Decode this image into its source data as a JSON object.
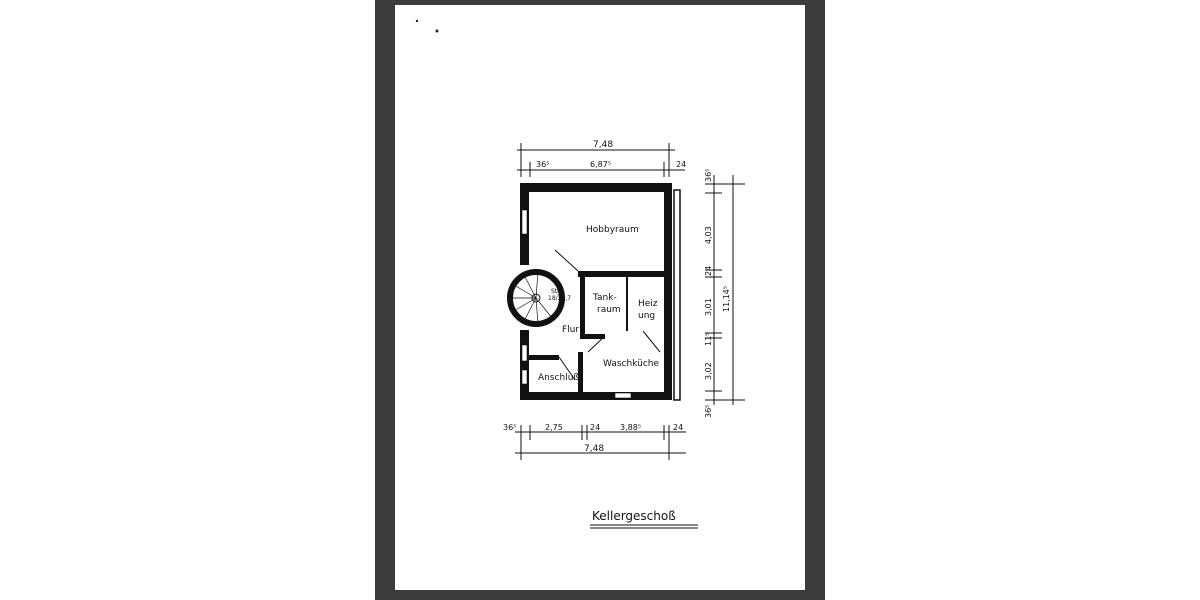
{
  "plan": {
    "title": "Kellergeschoß",
    "rooms": {
      "hobbyraum": "Hobbyraum",
      "tankraum_1": "Tank-",
      "tankraum_2": "raum",
      "heizung_1": "Heiz",
      "heizung_2": "ung",
      "flur": "Flur",
      "waschkueche": "Waschküche",
      "anschluss": "Anschluß",
      "stair_1": "Stg",
      "stair_2": "18/26,7"
    },
    "dimensions": {
      "top_total": "7,48",
      "top_wall_left": "36⁵",
      "top_inner": "6,87⁵",
      "top_wall_right": "24",
      "right_wall_top": "36⁵",
      "right_hobby": "4,03",
      "right_wall_mid": "24",
      "right_tank": "3,01",
      "right_wall_mid2": "11⁵",
      "right_wasch": "3,02",
      "right_wall_bottom": "36⁵",
      "right_total": "11,14⁵",
      "bottom_wall_left": "36⁵",
      "bottom_anschluss": "2,75",
      "bottom_wall_mid": "24",
      "bottom_wasch": "3,88⁵",
      "bottom_wall_right": "24",
      "bottom_total": "7,48"
    }
  }
}
